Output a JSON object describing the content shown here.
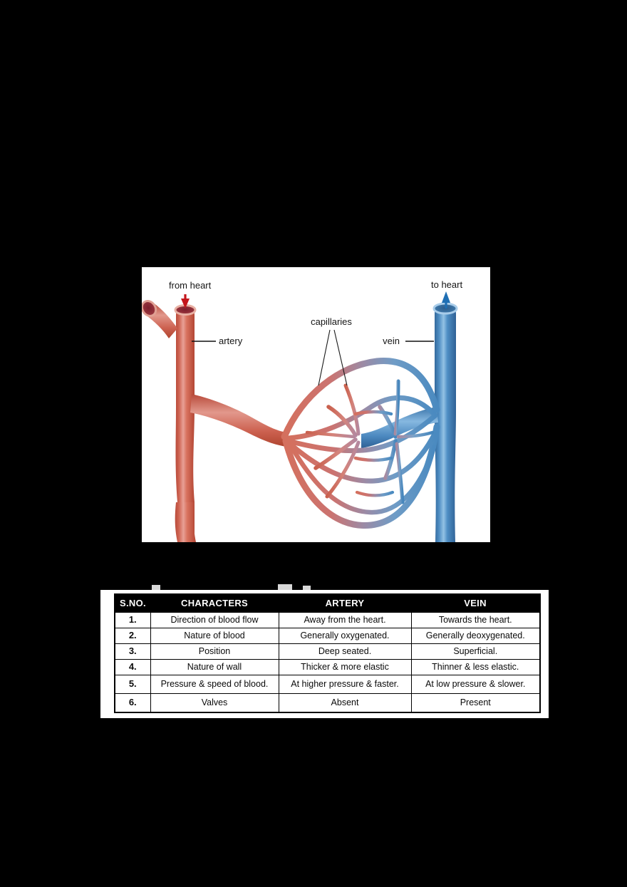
{
  "page": {
    "background": "#000000"
  },
  "diagram": {
    "name": "blood-vessel-circulation-diagram",
    "background": "#ffffff",
    "labels": {
      "from_heart": "from heart",
      "to_heart": "to heart",
      "artery": "artery",
      "vein": "vein",
      "capillaries": "capillaries"
    },
    "colors": {
      "artery_dark": "#c0513f",
      "artery_mid": "#d4705e",
      "artery_light": "#e8a89c",
      "vein_dark": "#3a73a8",
      "vein_mid": "#4a8ac0",
      "vein_light": "#8cbce0",
      "capillary_mid": "#9a8fae",
      "arrow_red": "#c4161c",
      "arrow_blue": "#1f6fb4",
      "lumen": "#8e2a35"
    }
  },
  "table": {
    "name": "artery-vein-comparison-table",
    "headers": [
      "S.NO.",
      "CHARACTERS",
      "ARTERY",
      "VEIN"
    ],
    "rows": [
      {
        "sno": "1.",
        "character": "Direction of blood flow",
        "artery": "Away from the heart.",
        "vein": "Towards the heart."
      },
      {
        "sno": "2.",
        "character": "Nature of blood",
        "artery": "Generally oxygenated.",
        "vein": "Generally deoxygenated."
      },
      {
        "sno": "3.",
        "character": "Position",
        "artery": "Deep seated.",
        "vein": "Superficial."
      },
      {
        "sno": "4.",
        "character": "Nature of wall",
        "artery": "Thicker & more elastic",
        "vein": "Thinner & less elastic."
      },
      {
        "sno": "5.",
        "character": "Pressure & speed of blood.",
        "artery": "At higher pressure & faster.",
        "vein": "At low pressure & slower."
      },
      {
        "sno": "6.",
        "character": "Valves",
        "artery": "Absent",
        "vein": "Present"
      }
    ]
  }
}
